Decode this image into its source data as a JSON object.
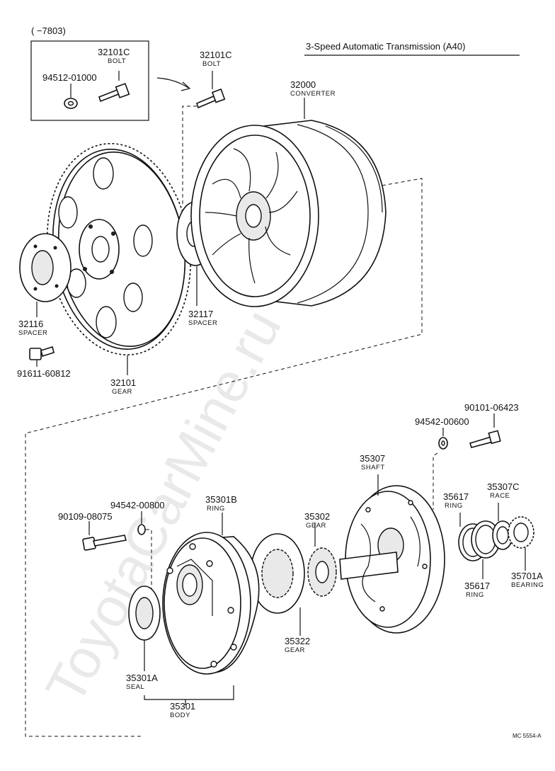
{
  "title": "3-Speed Automatic Transmission (A40)",
  "inset_note": "(      −7803)",
  "watermark": "ToyotaCarMine.ru",
  "figure_code": "MC 5554-A",
  "parts": {
    "p32101C_inset": {
      "num": "32101C",
      "name": "BOLT"
    },
    "p94512": {
      "num": "94512-01000",
      "name": ""
    },
    "p32101C": {
      "num": "32101C",
      "name": "BOLT"
    },
    "p32000": {
      "num": "32000",
      "name": "CONVERTER"
    },
    "p32116": {
      "num": "32116",
      "name": "SPACER"
    },
    "p32117": {
      "num": "32117",
      "name": "SPACER"
    },
    "p91611": {
      "num": "91611-60812",
      "name": ""
    },
    "p32101": {
      "num": "32101",
      "name": "GEAR"
    },
    "p90101": {
      "num": "90101-06423",
      "name": ""
    },
    "p94542a": {
      "num": "94542-00600",
      "name": ""
    },
    "p35307": {
      "num": "35307",
      "name": "SHAFT"
    },
    "p35617a": {
      "num": "35617",
      "name": "RING"
    },
    "p35307C": {
      "num": "35307C",
      "name": "RACE"
    },
    "p35301B": {
      "num": "35301B",
      "name": "RING"
    },
    "p94542b": {
      "num": "94542-00800",
      "name": ""
    },
    "p90109": {
      "num": "90109-08075",
      "name": ""
    },
    "p35302": {
      "num": "35302",
      "name": "GEAR"
    },
    "p35617b": {
      "num": "35617",
      "name": "RING"
    },
    "p35701A": {
      "num": "35701A",
      "name": "BEARING"
    },
    "p35322": {
      "num": "35322",
      "name": "GEAR"
    },
    "p35301A": {
      "num": "35301A",
      "name": "SEAL"
    },
    "p35301": {
      "num": "35301",
      "name": "BODY"
    }
  }
}
